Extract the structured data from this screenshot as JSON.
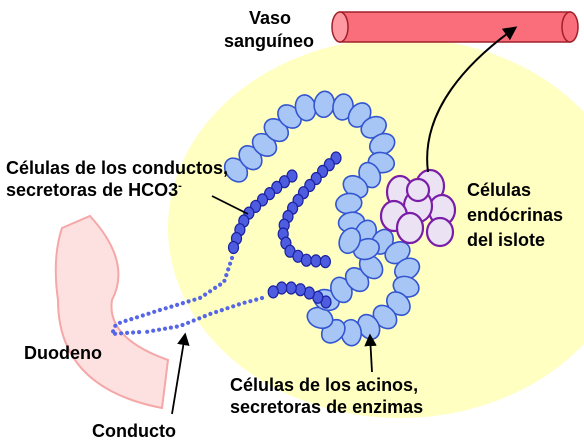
{
  "labels": {
    "vaso_line1": "Vaso",
    "vaso_line2": "sanguíneo",
    "conductos_line1": "Células de los conductos,",
    "conductos_line2": "secretoras de HCO3",
    "conductos_sup": "-",
    "endocrinas_line1": "Células",
    "endocrinas_line2": "endócrinas",
    "endocrinas_line3": "del islote",
    "duodeno": "Duodeno",
    "acinos_line1": "Células de los acinos,",
    "acinos_line2": "secretoras de enzimas",
    "conducto": "Conducto"
  },
  "colors": {
    "pancreas_fill": "#ffffc2",
    "vessel_fill": "#f96e7a",
    "vessel_stroke": "#a0202a",
    "acinar_fill": "#a7c6f6",
    "acinar_stroke": "#3355d0",
    "duct_cell_fill": "#4e5ce0",
    "duct_cell_stroke": "#1a22a0",
    "duct_dots": "#5566e6",
    "islet_fill": "#ebe3f4",
    "islet_stroke": "#7a1ea8",
    "duodenum_fill": "#fde0e0",
    "duodenum_stroke": "#f5a8a8"
  }
}
